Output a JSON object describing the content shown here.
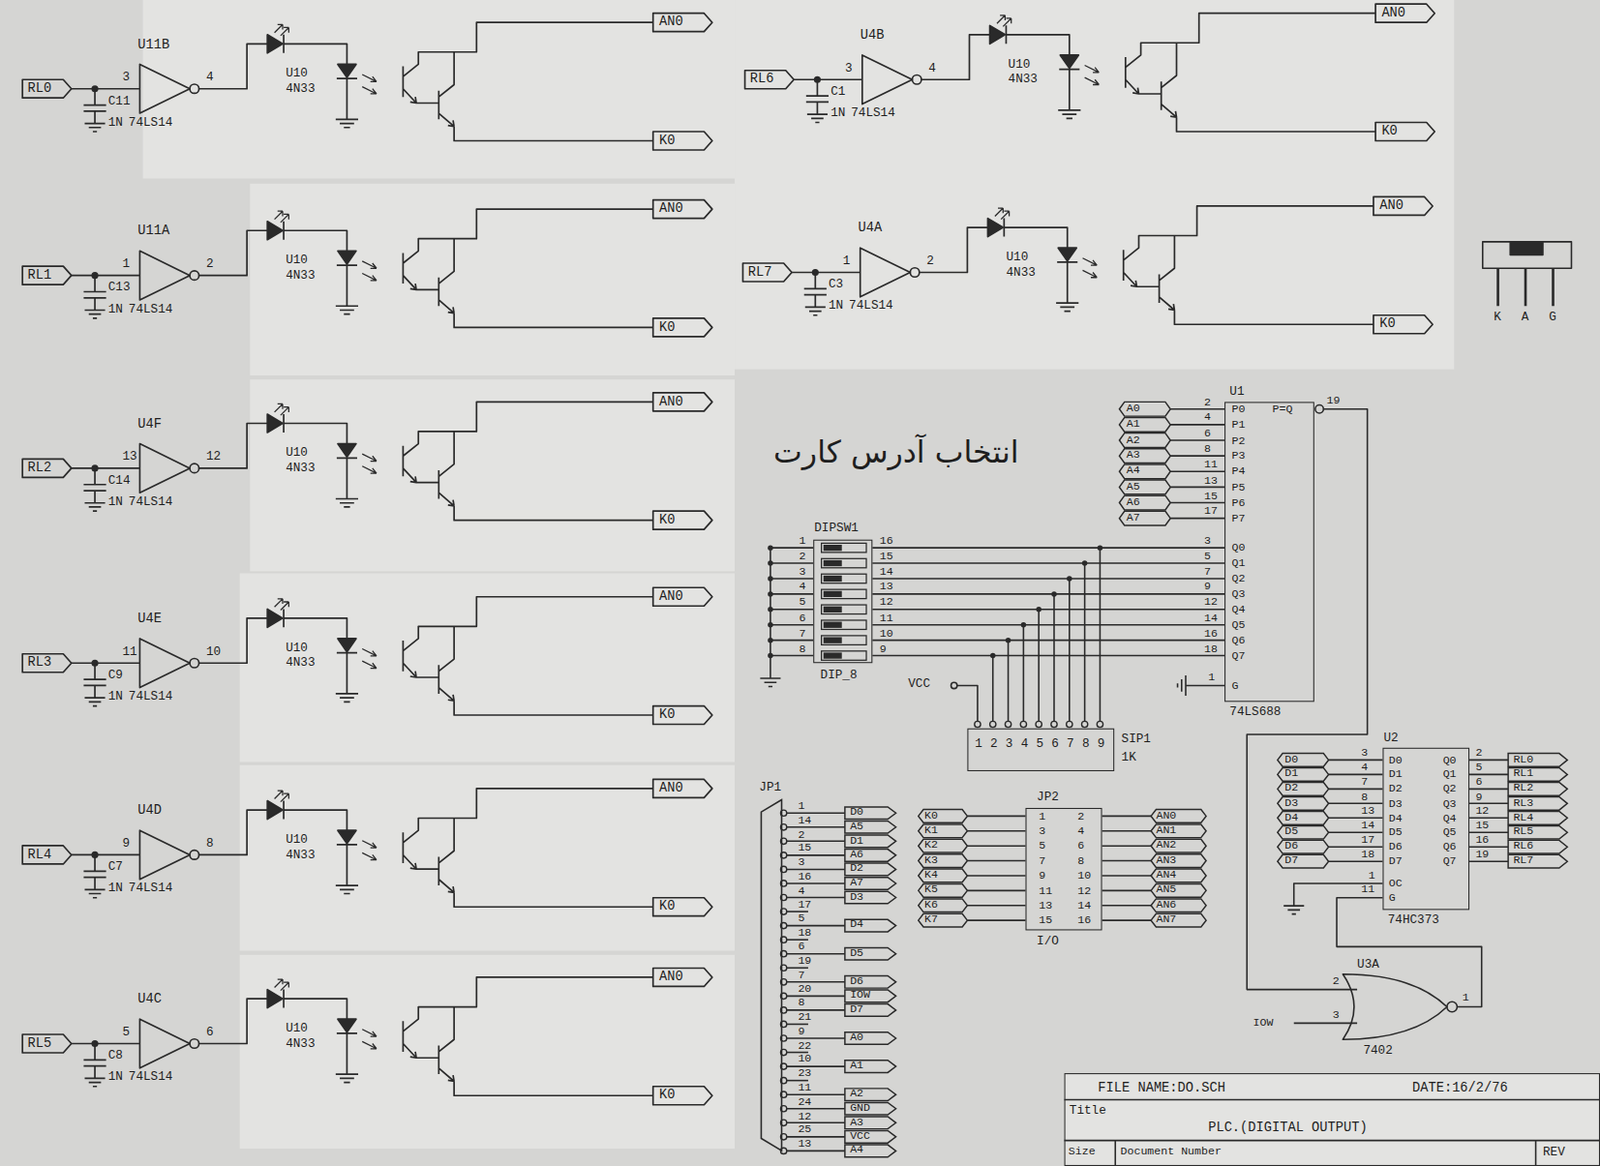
{
  "diagram": {
    "nodes": [
      {
        "text": [
          "U1",
          "P0",
          "P1",
          "P2",
          "P3",
          "P4",
          "P5",
          "P6",
          "P7",
          "P=Q",
          "Q0",
          "Q1",
          "Q2",
          "Q3",
          "Q4",
          "Q5",
          "Q6",
          "Q7",
          "G",
          "74LS688"
        ]
      },
      {
        "text": [
          "DIPSW1",
          "DIP_8"
        ]
      },
      {
        "text": [
          "123456789",
          "SIP1",
          "1K"
        ]
      },
      {
        "text": [
          "U2",
          "D0",
          "D1",
          "D2",
          "D3",
          "D4",
          "D5",
          "D6",
          "D7",
          "OC",
          "G",
          "Q0",
          "Q1",
          "Q2",
          "Q3",
          "Q4",
          "Q5",
          "Q6",
          "Q7",
          "74HC373"
        ]
      },
      {
        "text": [
          "JP1"
        ]
      },
      {
        "text": [
          "JP2",
          "1",
          "2",
          "3",
          "4",
          "5",
          "6",
          "7",
          "8",
          "9",
          "10",
          "11",
          "12",
          "13",
          "14",
          "15",
          "16",
          "I/O"
        ]
      },
      {
        "text": [
          "FILE NAME:DO.SCH",
          "DATE:16/2/76",
          "Title",
          "PLC.(DIGITAL OUTPUT)",
          "Size",
          "Document Number",
          "REV"
        ]
      }
    ],
    "edges": [
      {
        "from": 1,
        "to": 0,
        "arrow": "none"
      }
    ],
    "labels": [
      "RL0",
      "U11B",
      "3",
      "4",
      "C11",
      "1N",
      "74LS14",
      "U10",
      "4N33",
      "AN0",
      "K0",
      "RL1",
      "U11A",
      "1",
      "2",
      "C13",
      "1N",
      "74LS14",
      "U10",
      "4N33",
      "AN0",
      "K0",
      "RL2",
      "U4F",
      "13",
      "12",
      "C14",
      "1N",
      "74LS14",
      "U10",
      "4N33",
      "AN0",
      "K0",
      "RL3",
      "U4E",
      "11",
      "10",
      "C9",
      "1N",
      "74LS14",
      "U10",
      "4N33",
      "AN0",
      "K0",
      "RL4",
      "U4D",
      "9",
      "8",
      "C7",
      "1N",
      "74LS14",
      "U10",
      "4N33",
      "AN0",
      "K0",
      "RL5",
      "U4C",
      "5",
      "6",
      "C8",
      "1N",
      "74LS14",
      "U10",
      "4N33",
      "AN0",
      "K0",
      "RL6",
      "U4B",
      "3",
      "4",
      "C1",
      "1N",
      "74LS14",
      "U10",
      "4N33",
      "AN0",
      "K0",
      "RL7",
      "U4A",
      "1",
      "2",
      "C3",
      "1N",
      "74LS14",
      "U10",
      "4N33",
      "AN0",
      "K0",
      "A0",
      "A1",
      "A2",
      "A3",
      "A4",
      "A5",
      "A6",
      "A7",
      "2",
      "4",
      "6",
      "8",
      "11",
      "13",
      "15",
      "17",
      "3",
      "5",
      "7",
      "9",
      "12",
      "14",
      "16",
      "18",
      "19",
      "1",
      "1",
      "2",
      "3",
      "4",
      "5",
      "6",
      "7",
      "8",
      "16",
      "15",
      "14",
      "13",
      "12",
      "11",
      "10",
      "9",
      "VCC",
      "انتخاب آدرس کارت",
      "D0",
      "D1",
      "D2",
      "D3",
      "D4",
      "D5",
      "D6",
      "D7",
      "3",
      "4",
      "7",
      "8",
      "13",
      "14",
      "17",
      "18",
      "2",
      "5",
      "6",
      "9",
      "12",
      "15",
      "16",
      "19",
      "RL0",
      "RL1",
      "RL2",
      "RL3",
      "RL4",
      "RL5",
      "RL6",
      "RL7",
      "1",
      "11",
      "U3A",
      "7402",
      "2",
      "3",
      "1",
      "IOW",
      "1",
      "D0",
      "14",
      "A5",
      "2",
      "D1",
      "15",
      "A6",
      "3",
      "D2",
      "16",
      "A7",
      "4",
      "D3",
      "17",
      "5",
      "D4",
      "18",
      "6",
      "D5",
      "19",
      "7",
      "D6",
      "20",
      "IOW",
      "8",
      "D7",
      "21",
      "9",
      "A0",
      "22",
      "10",
      "A1",
      "23",
      "11",
      "A2",
      "24",
      "GND",
      "12",
      "A3",
      "25",
      "VCC",
      "13",
      "A4",
      "K0",
      "K1",
      "K2",
      "K3",
      "K4",
      "K5",
      "K6",
      "K7",
      "AN0",
      "AN1",
      "AN2",
      "AN3",
      "AN4",
      "AN5",
      "AN6",
      "AN7",
      "K",
      "A",
      "G"
    ]
  }
}
